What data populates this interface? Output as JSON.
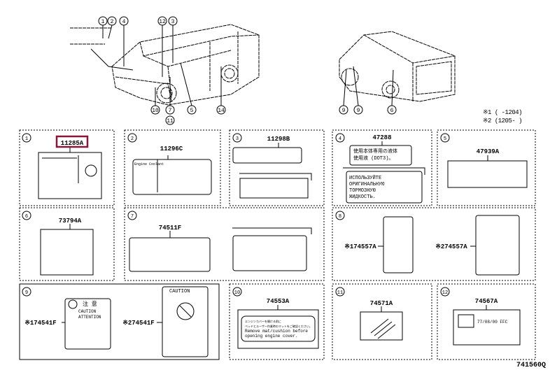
{
  "notes": [
    "※1 (      -1204)",
    "※2 (1205-      )"
  ],
  "footer_code": "741560Q",
  "vans": {
    "front_callouts": [
      "1",
      "2",
      "4",
      "12",
      "3",
      "10",
      "7",
      "11",
      "5",
      "14"
    ],
    "rear_callouts": [
      "9",
      "9",
      "6"
    ]
  },
  "panels": [
    {
      "num": "1",
      "parts": [
        {
          "code": "11285A",
          "highlight": true
        }
      ]
    },
    {
      "num": "2",
      "parts": [
        {
          "code": "11296C"
        }
      ],
      "label_text": "Engine Coolant"
    },
    {
      "num": "3",
      "parts": [
        {
          "code": "11298B"
        }
      ]
    },
    {
      "num": "4",
      "parts": [
        {
          "code": "47288"
        }
      ],
      "label_text": [
        "使用本体専用の液体",
        "使用液 (DOT3)。"
      ],
      "label_text_ru": [
        "ИСПОЛЬЗУЙТЕ",
        "ОРИГИНАЛЬНУЮ",
        "ТОРМОЗНУЮ",
        "ЖИДКОСТЬ."
      ]
    },
    {
      "num": "5",
      "parts": [
        {
          "code": "47939A"
        }
      ]
    },
    {
      "num": "6",
      "parts": [
        {
          "code": "73794A"
        }
      ]
    },
    {
      "num": "7",
      "parts": [
        {
          "code": "74511F"
        }
      ]
    },
    {
      "num": "8",
      "parts": [
        {
          "code": "74557A",
          "prefix": "※1"
        },
        {
          "code": "74557A",
          "prefix": "※2"
        }
      ]
    },
    {
      "num": "9",
      "parts": [
        {
          "code": "74541F",
          "prefix": "※1"
        },
        {
          "code": "74541F",
          "prefix": "※2"
        }
      ],
      "label_text": [
        "注 意",
        "CAUTION",
        "ATTENTION"
      ],
      "label_text_2": "CAUTION"
    },
    {
      "num": "10",
      "parts": [
        {
          "code": "74553A"
        }
      ],
      "label_text": [
        "エンジンカバーを開ける前に",
        "ベッドとユーザー作業時のマットをご確認ください。",
        "Remove mat/cushion before",
        "opening engine cover."
      ]
    },
    {
      "num": "11",
      "parts": [
        {
          "code": "74571A"
        }
      ]
    },
    {
      "num": "12",
      "parts": [
        {
          "code": "74567A"
        }
      ],
      "label_text": "77/08/00 FFC"
    }
  ],
  "colors": {
    "highlight": "#8b1538",
    "line": "#000000"
  }
}
